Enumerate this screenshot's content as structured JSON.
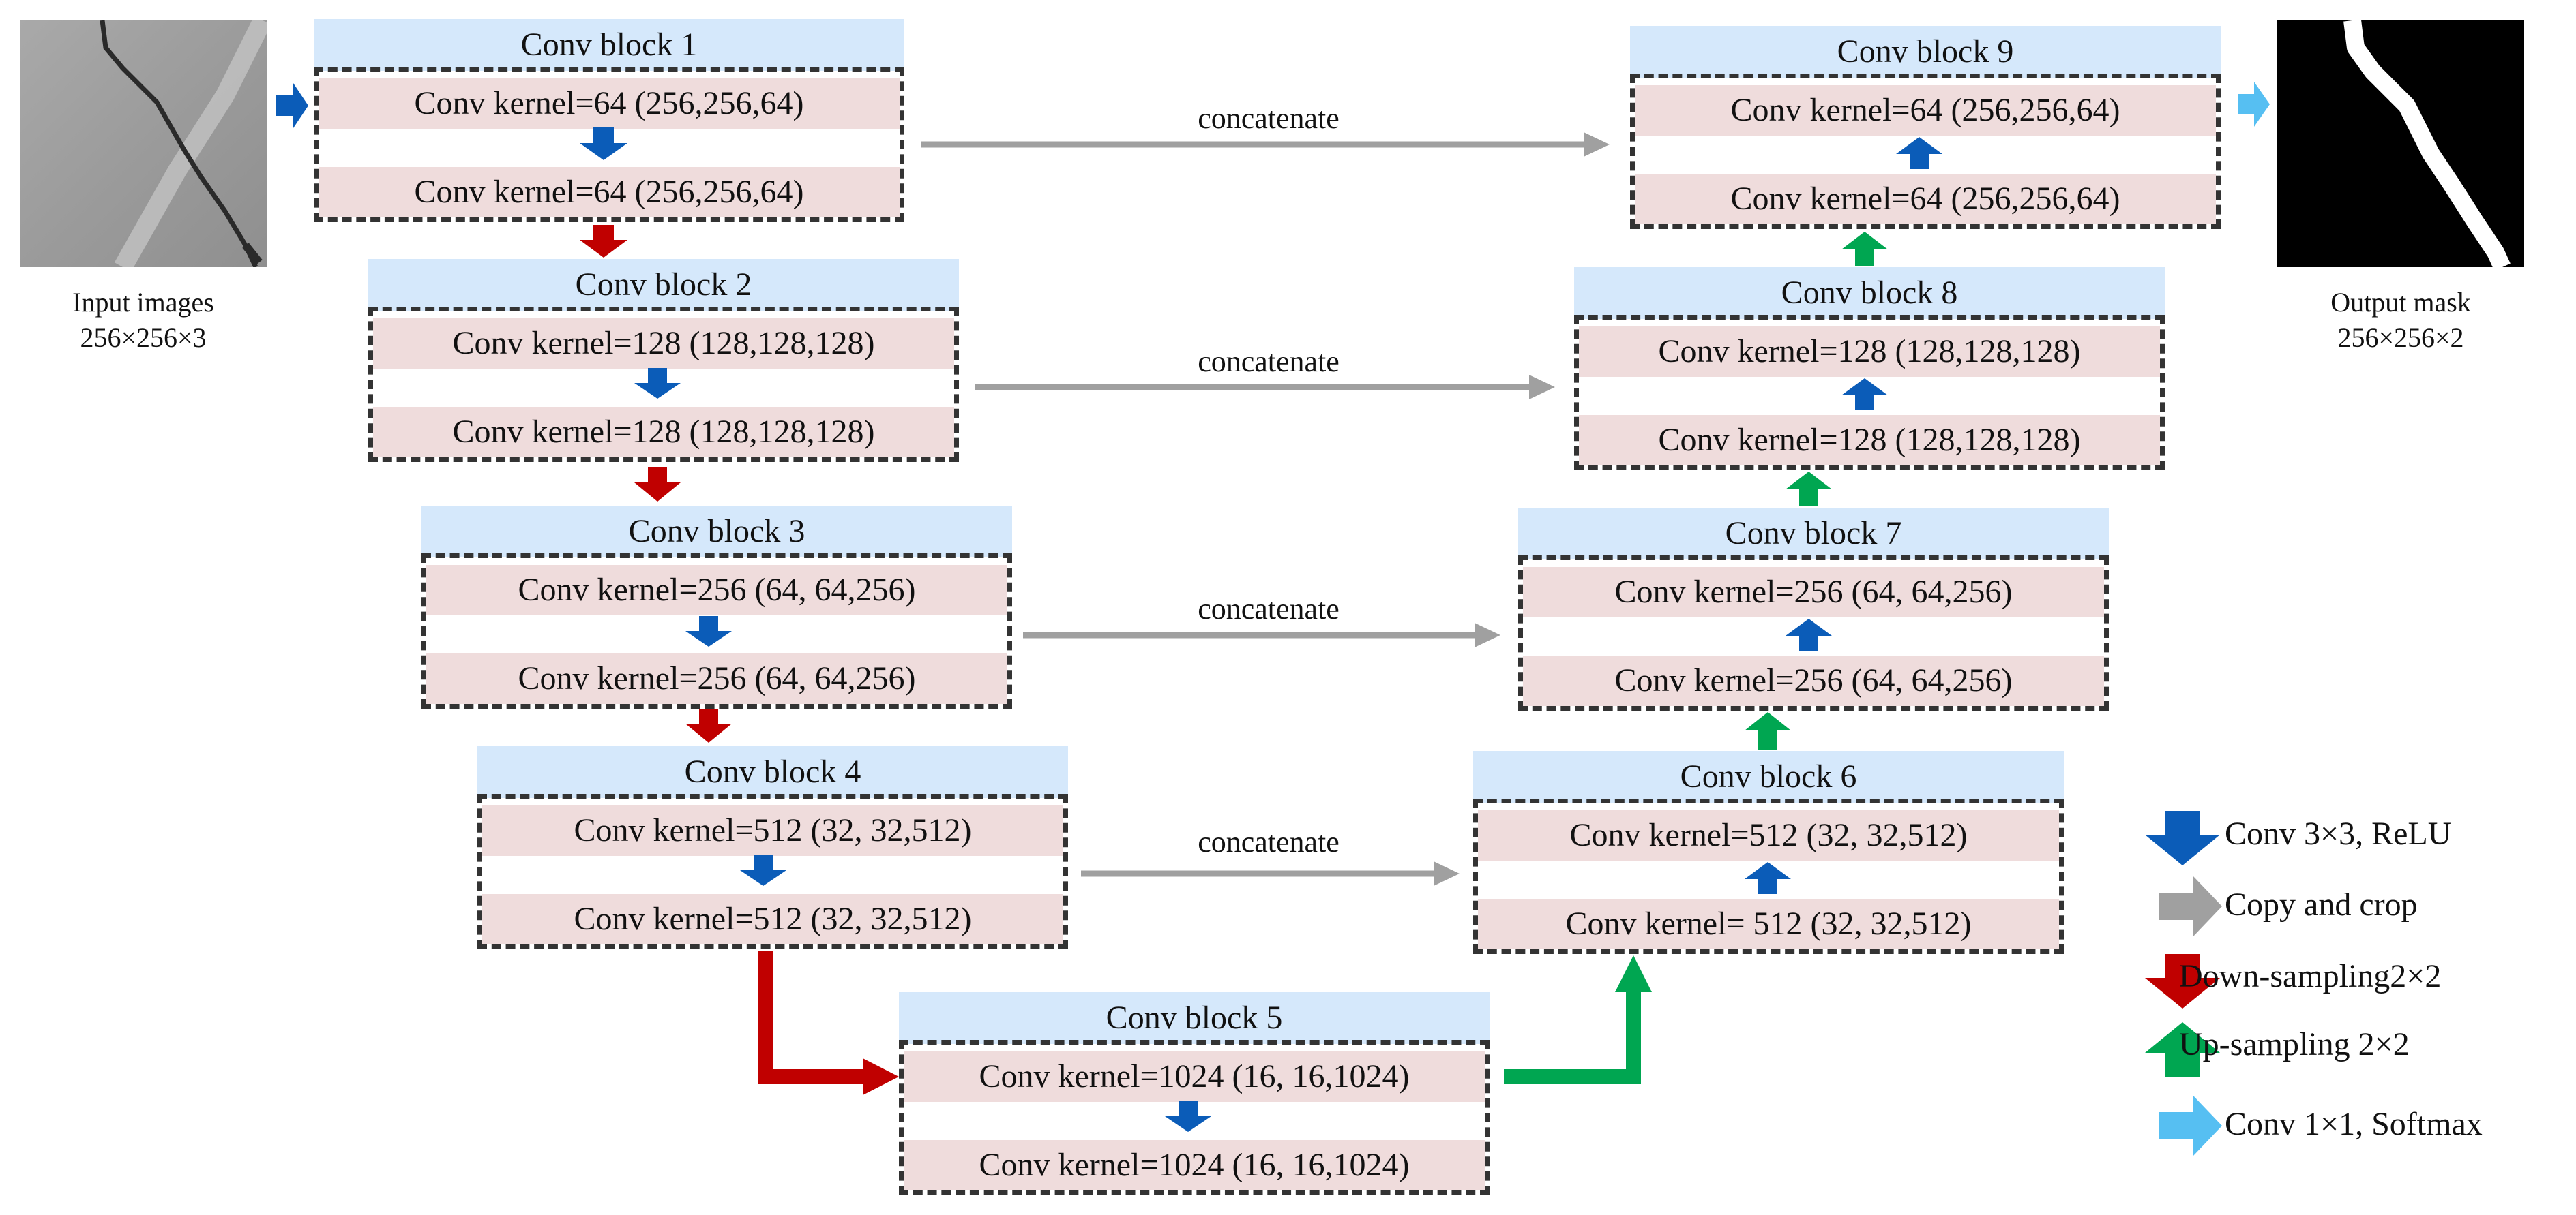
{
  "input": {
    "caption_line1": "Input images",
    "caption_line2": "256×256×3"
  },
  "output": {
    "caption_line1": "Output mask",
    "caption_line2": "256×256×2"
  },
  "blocks": [
    {
      "title": "Conv block 1",
      "row1": "Conv kernel=64 (256,256,64)",
      "row2": "Conv kernel=64 (256,256,64)"
    },
    {
      "title": "Conv block 2",
      "row1": "Conv kernel=128 (128,128,128)",
      "row2": "Conv kernel=128 (128,128,128)"
    },
    {
      "title": "Conv block 3",
      "row1": "Conv kernel=256 (64, 64,256)",
      "row2": "Conv kernel=256 (64, 64,256)"
    },
    {
      "title": "Conv block 4",
      "row1": "Conv kernel=512 (32, 32,512)",
      "row2": "Conv kernel=512 (32, 32,512)"
    },
    {
      "title": "Conv block 5",
      "row1": "Conv kernel=1024 (16, 16,1024)",
      "row2": "Conv kernel=1024 (16, 16,1024)"
    },
    {
      "title": "Conv block 6",
      "row1": "Conv kernel=512 (32, 32,512)",
      "row2": "Conv kernel= 512 (32, 32,512)"
    },
    {
      "title": "Conv block 7",
      "row1": "Conv kernel=256 (64, 64,256)",
      "row2": "Conv kernel=256 (64, 64,256)"
    },
    {
      "title": "Conv block 8",
      "row1": "Conv kernel=128 (128,128,128)",
      "row2": "Conv kernel=128 (128,128,128)"
    },
    {
      "title": "Conv block 9",
      "row1": "Conv kernel=64 (256,256,64)",
      "row2": "Conv kernel=64 (256,256,64)"
    }
  ],
  "concat_label": "concatenate",
  "legend": [
    {
      "label": "Conv 3×3, ReLU",
      "color": "#0b5cb8",
      "icon": "arrow-down-icon"
    },
    {
      "label": "Copy and crop",
      "color": "#a0a0a0",
      "icon": "arrow-right-icon"
    },
    {
      "label": "Down-sampling2×2",
      "color": "#c00000",
      "icon": "arrow-down-icon"
    },
    {
      "label": "Up-sampling 2×2",
      "color": "#00a651",
      "icon": "arrow-up-icon"
    },
    {
      "label": "Conv 1×1, Softmax",
      "color": "#56bff2",
      "icon": "arrow-right-icon"
    }
  ],
  "colors": {
    "conv": "#0b5cb8",
    "copy": "#a0a0a0",
    "down": "#c00000",
    "up": "#00a651",
    "softmax": "#56bff2",
    "header": "#d5e8fb",
    "row": "#efdcdc"
  }
}
